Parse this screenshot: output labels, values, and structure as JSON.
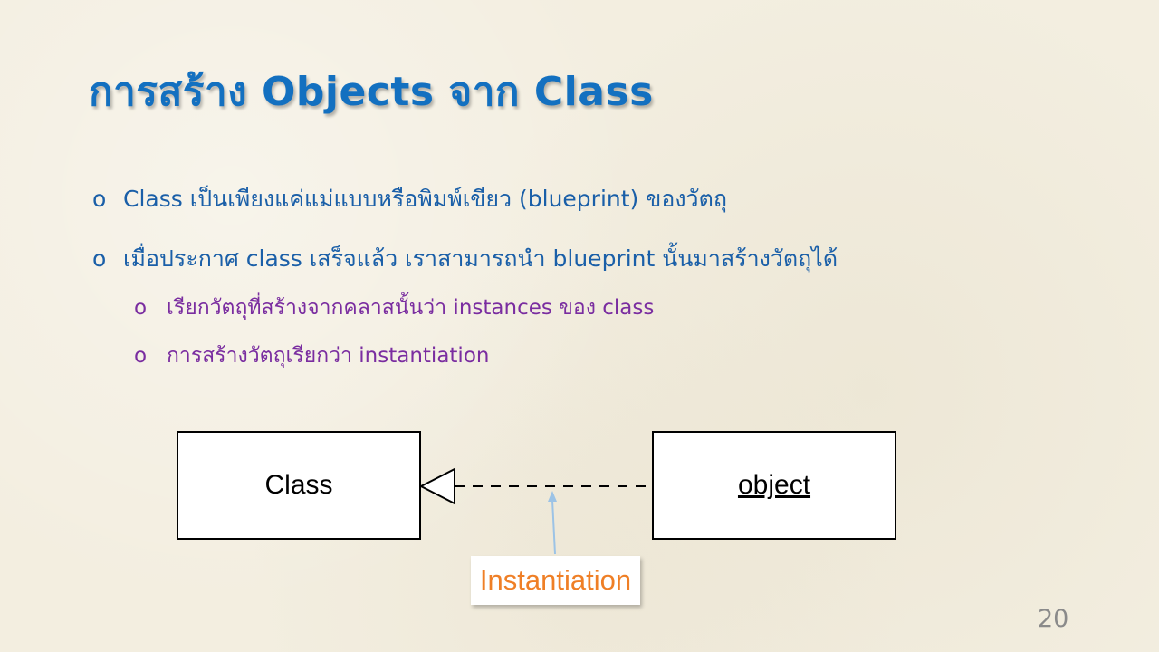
{
  "slide": {
    "title": "การสร้าง Objects จาก Class",
    "bullets": [
      {
        "marker": "o",
        "text": "Class เป็นเพียงแค่แม่แบบหรือพิมพ์เขียว (blueprint) ของวัตถุ"
      },
      {
        "marker": "o",
        "text": "เมื่อประกาศ class เสร็จแล้ว เราสามารถนำ blueprint นั้นมาสร้างวัตถุได้"
      },
      {
        "marker": "o",
        "text": "เรียกวัตถุที่สร้างจากคลาสนั้นว่า instances ของ   class"
      },
      {
        "marker": "o",
        "text": "การสร้างวัตถุเรียกว่า instantiation"
      }
    ],
    "page_number": "20"
  },
  "diagram": {
    "class_box_label": "Class",
    "object_box_label": "object",
    "callout_label": "Instantiation"
  },
  "colors": {
    "title": "#1370c0",
    "bullet_level1": "#1a5fa8",
    "bullet_level2": "#7a2da0",
    "callout_text": "#ef7f26",
    "pointer_arrow": "#9cc3e6",
    "page_number": "#8a8a8a"
  }
}
